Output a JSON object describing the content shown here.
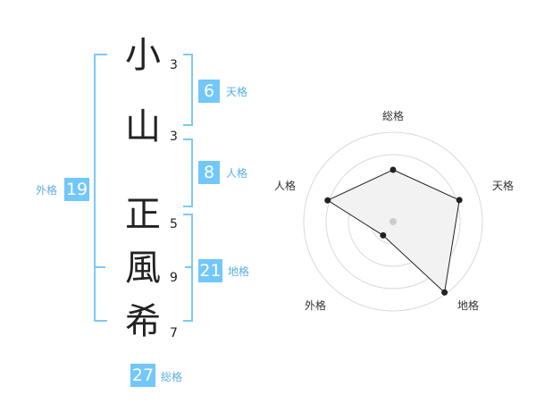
{
  "name": {
    "chars": [
      "小",
      "山",
      "正",
      "風",
      "希"
    ],
    "strokes": [
      "3",
      "3",
      "5",
      "9",
      "7"
    ]
  },
  "kaku": {
    "tenkaku": {
      "label": "天格",
      "value": "6"
    },
    "jinkaku": {
      "label": "人格",
      "value": "8"
    },
    "chikaku": {
      "label": "地格",
      "value": "21"
    },
    "gaikaku": {
      "label": "外格",
      "value": "19"
    },
    "soukaku": {
      "label": "総格",
      "value": "27"
    }
  },
  "radar": {
    "axes": [
      "総格",
      "天格",
      "地格",
      "外格",
      "人格"
    ],
    "values": [
      0.58,
      0.78,
      0.98,
      0.19,
      0.77
    ],
    "max": 1.0,
    "rings": 4
  },
  "colors": {
    "accent": "#72c7fb",
    "label": "#5aaee6",
    "bracket": "#7ec8f6",
    "fill": "#f2f2f2"
  }
}
